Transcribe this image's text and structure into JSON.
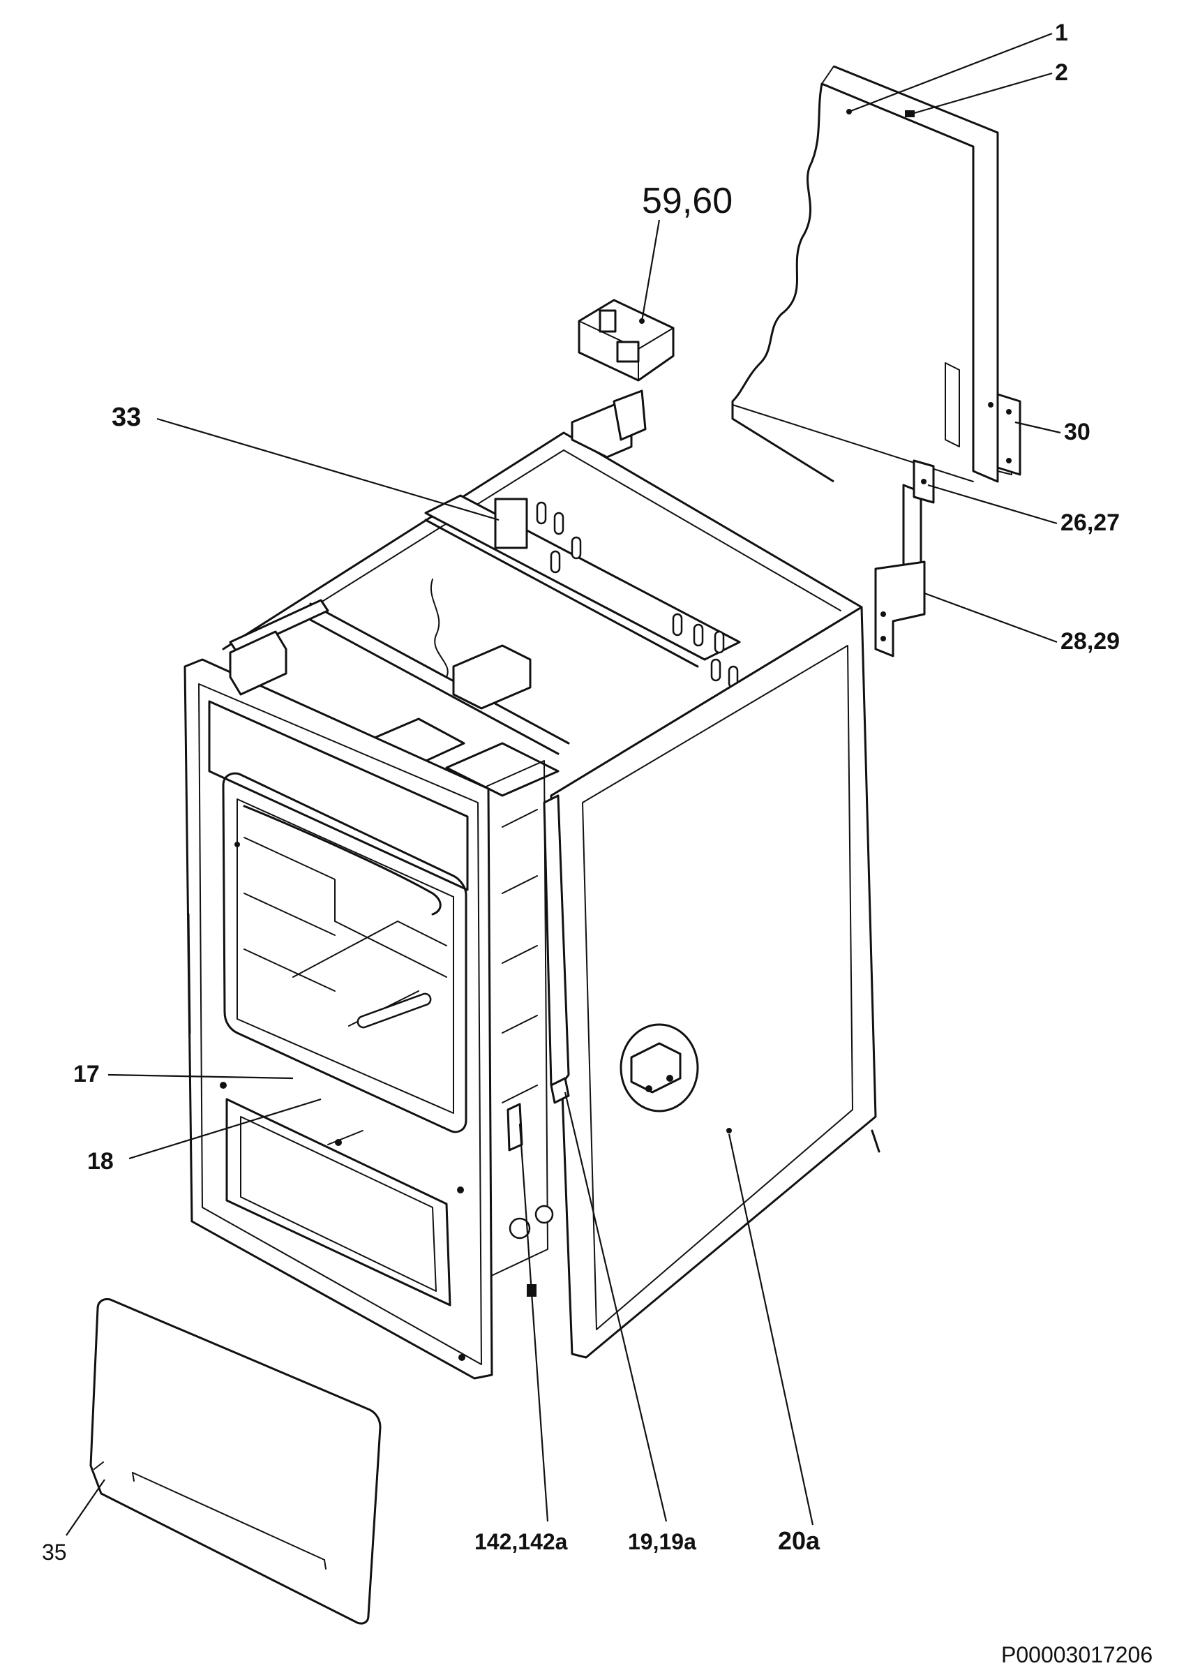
{
  "document_code": "P00003017206",
  "labels": {
    "l1": "1",
    "l2": "2",
    "l5960": "59,60",
    "l33": "33",
    "l30": "30",
    "l2627": "26,27",
    "l2829": "28,29",
    "l17": "17",
    "l18": "18",
    "l35": "35",
    "l142": "142,142a",
    "l19": "19,19a",
    "l20": "20a"
  }
}
